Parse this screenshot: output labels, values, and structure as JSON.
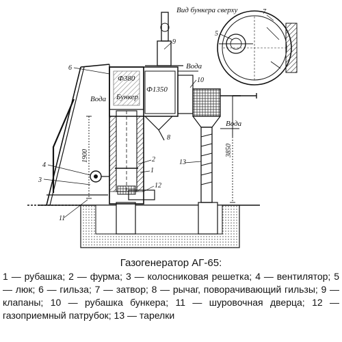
{
  "figure": {
    "bunker_view_label": "Вид бункера сверху",
    "label_water_top": "Вода",
    "label_water_left": "Вода",
    "label_water_right": "Вода",
    "label_bunker": "Бункер",
    "label_diam_inner": "Ф380",
    "label_diam_bunker": "Ф1350",
    "dim_left": "1900",
    "dim_right": "3850",
    "callouts": [
      "1",
      "2",
      "3",
      "4",
      "5",
      "6",
      "7",
      "8",
      "9",
      "10",
      "11",
      "12",
      "13"
    ]
  },
  "caption": {
    "title": "Газогенератор АГ-65:",
    "legend": [
      "1 — рубашка;",
      "2 — фурма;",
      "3 — колосниковая решетка;",
      "4 — вентилятор;",
      "5 — люк;",
      "6 — гильза;",
      "7 — затвор;",
      "8 — рычаг, поворачивающий гильзы;",
      "9 — клапаны;",
      "10 — рубашка бункера;",
      "11 — шуровочная дверца;",
      "12 — газоприемный патрубок;",
      "13 — тарелки"
    ]
  }
}
